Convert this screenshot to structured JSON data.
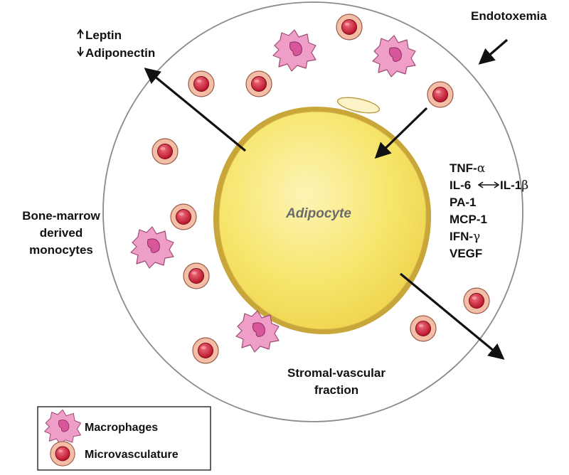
{
  "center_label": "Adipocyte",
  "labels": {
    "leptin": "Leptin",
    "adiponectin": "Adiponectin",
    "endotoxemia": "Endotoxemia",
    "bone_marrow": [
      "Bone-marrow",
      "derived",
      "monocytes"
    ],
    "stromal": [
      "Stromal-vascular",
      "fraction"
    ]
  },
  "cytokines": {
    "tnf": "TNF-",
    "tnf_sym": "α",
    "il6": "IL-6",
    "il1": "IL-1",
    "il1_sym": "β",
    "pa1": "PA-1",
    "mcp1": "MCP-1",
    "ifn": "IFN-",
    "ifn_sym": "γ",
    "vegf": "VEGF"
  },
  "legend": {
    "macrophages": "Macrophages",
    "microvasculature": "Microvasculature"
  },
  "colors": {
    "adipocyte_fill": "#f6e56a",
    "adipocyte_border": "#c9a63a",
    "macrophage": "#ee9fc6",
    "macrophage_nucleus": "#d9569a",
    "micro_outer": "#f3b9a3",
    "micro_inner": "#c9182c"
  }
}
